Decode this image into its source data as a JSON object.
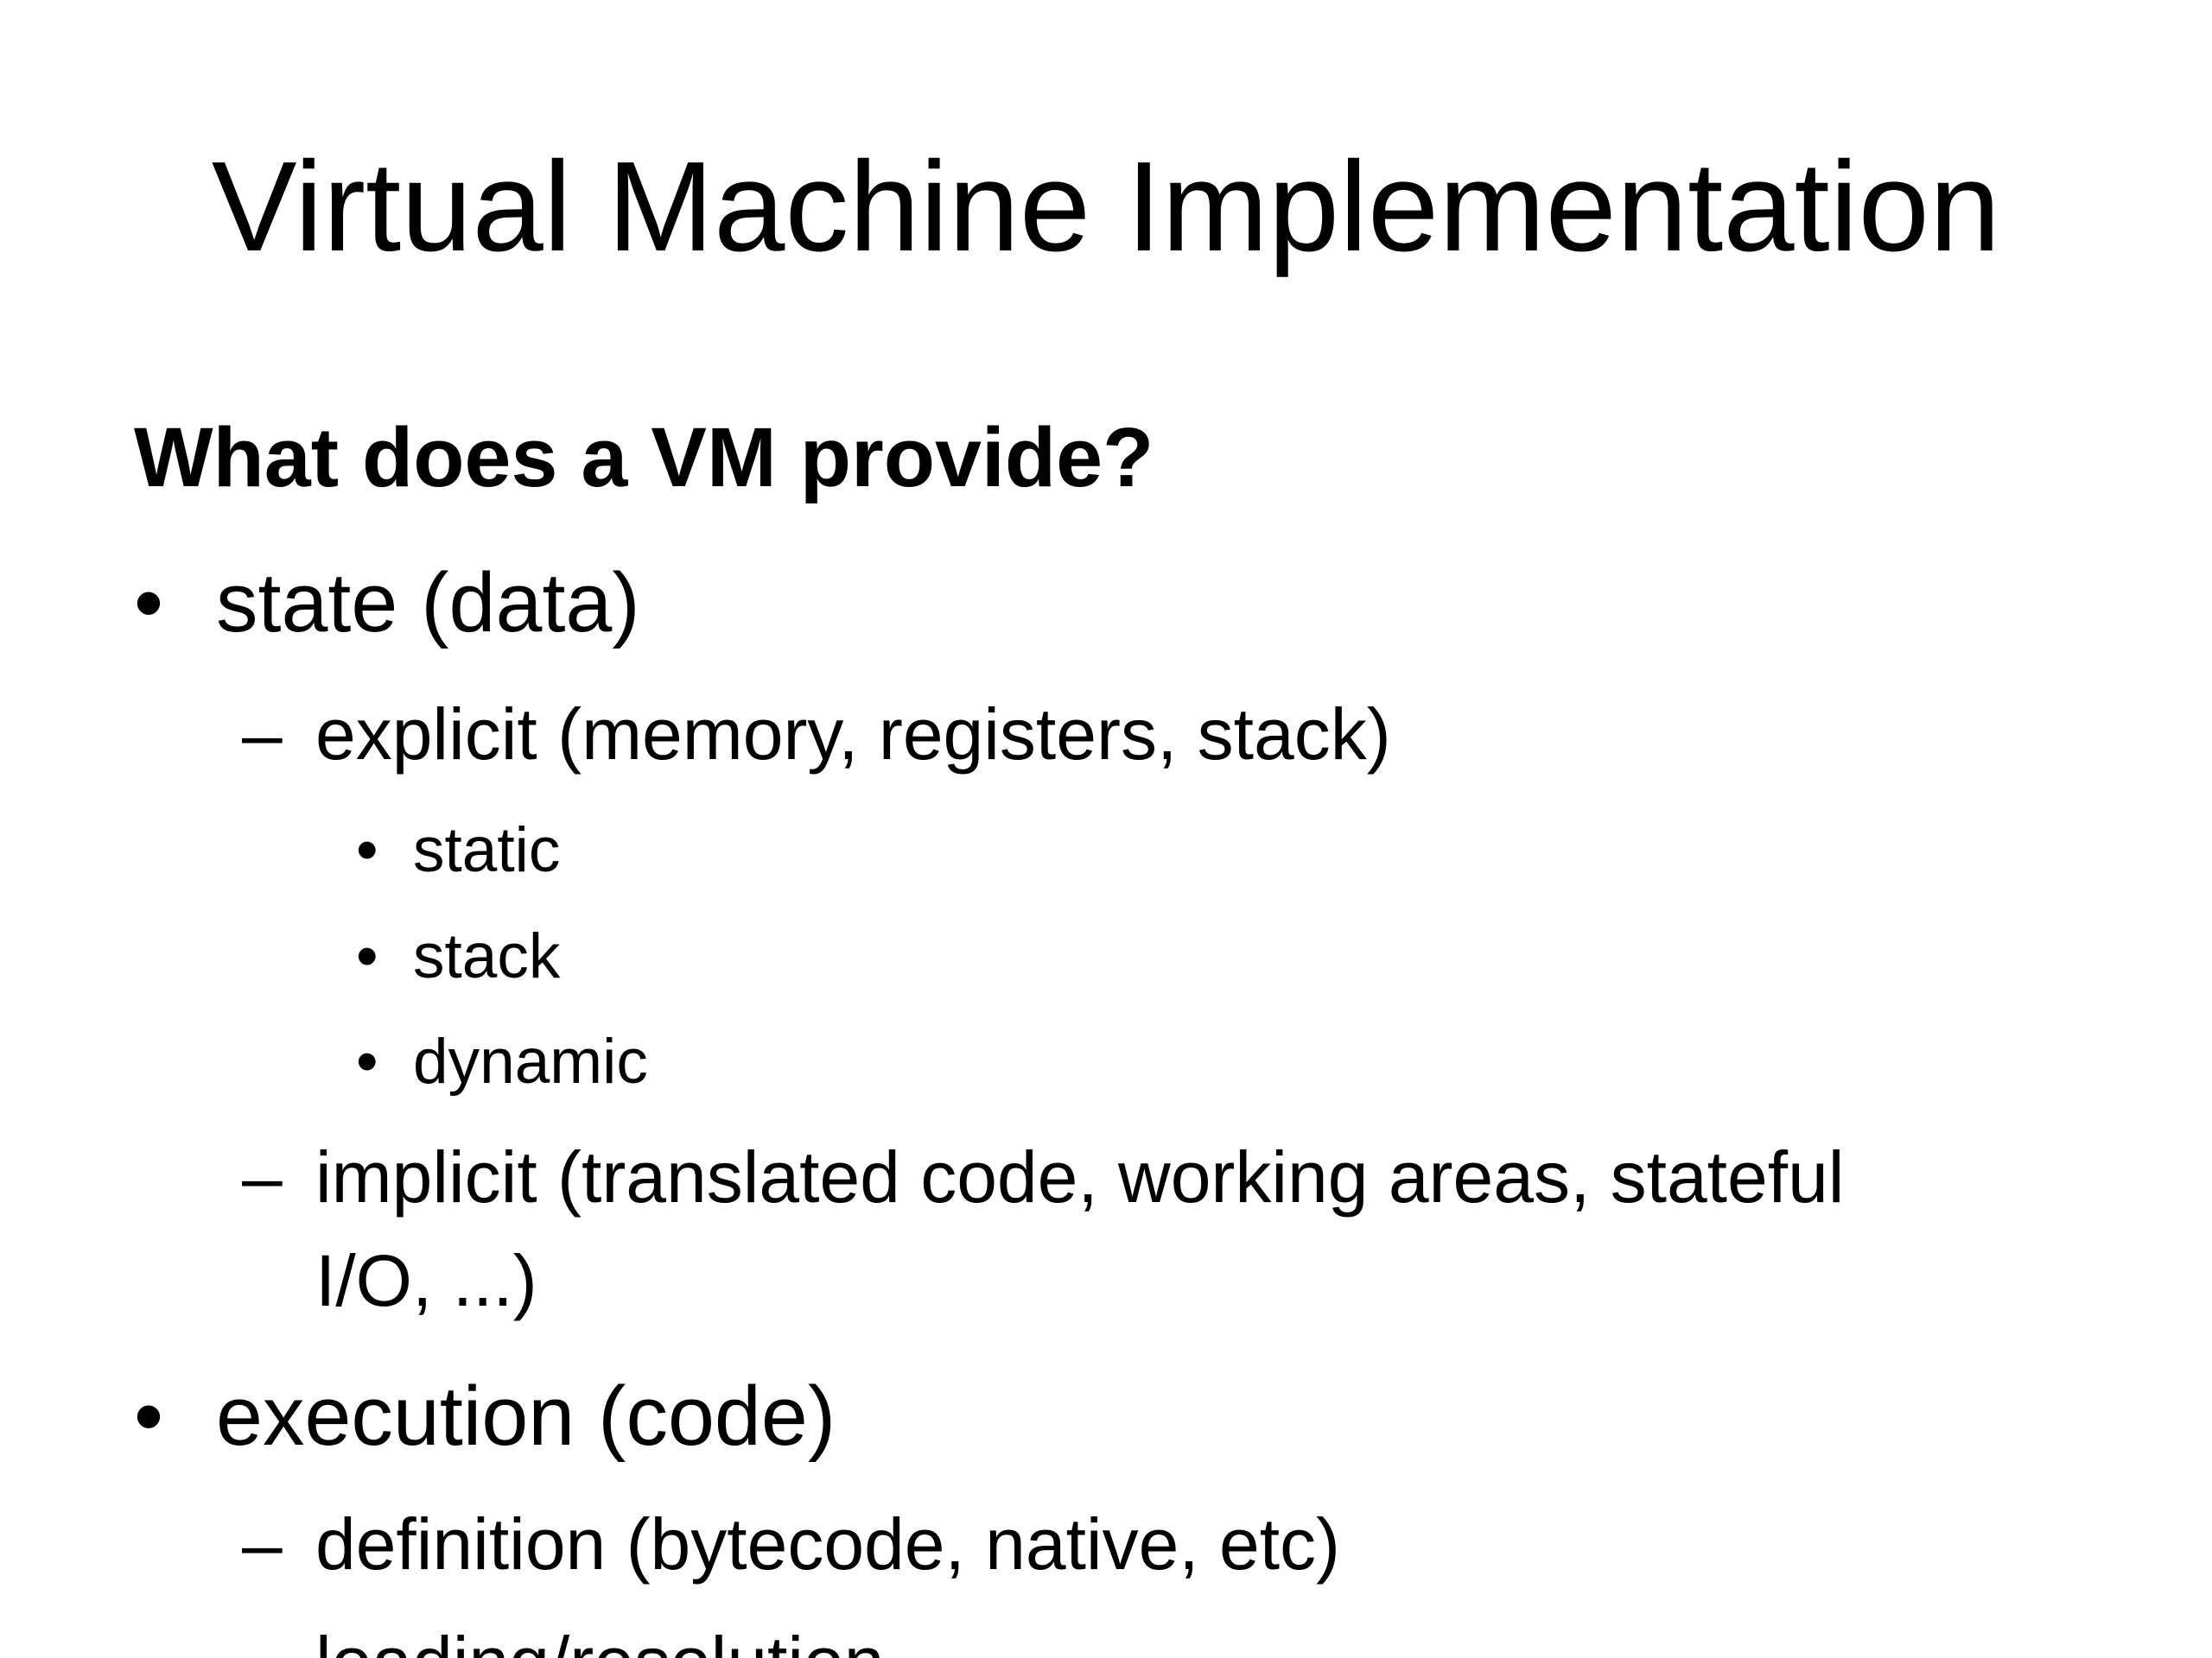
{
  "slide": {
    "title": "Virtual Machine Implementation",
    "heading": "What does a VM provide?",
    "bullet_glyph": "•",
    "dash_glyph": "–",
    "items": [
      {
        "level": 1,
        "text": "state (data)"
      },
      {
        "level": 2,
        "text": "explicit (memory, registers, stack)"
      },
      {
        "level": 3,
        "text": "static"
      },
      {
        "level": 3,
        "text": "stack"
      },
      {
        "level": 3,
        "text": "dynamic"
      },
      {
        "level": 2,
        "text": "implicit (translated code, working areas, stateful",
        "continuation": "I/O, ...)"
      },
      {
        "level": 1,
        "text": "execution (code)"
      },
      {
        "level": 2,
        "text": "definition (bytecode, native, etc)"
      },
      {
        "level": 2,
        "text": "loading/resolution"
      }
    ]
  }
}
